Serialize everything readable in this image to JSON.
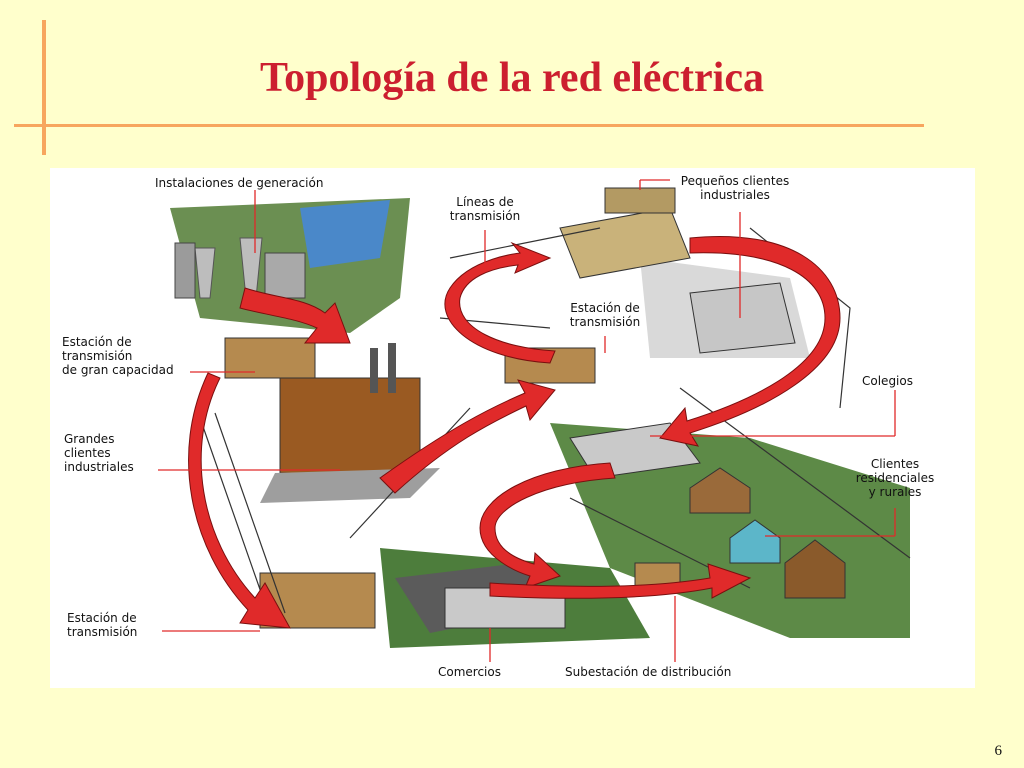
{
  "slide": {
    "title": "Topología de la red eléctrica",
    "page_number": "6"
  },
  "figure": {
    "labels": {
      "generation": "Instalaciones de generación",
      "transmission_lines": "Líneas de\ntransmisión",
      "small_industrial": "Pequeños clientes\nindustriales",
      "hv_transmission_station": "Estación de\ntransmisión\nde gran capacidad",
      "transmission_station_top": "Estación de\ntransmisión",
      "schools": "Colegios",
      "large_industrial": "Grandes\nclientes\nindustriales",
      "residential_rural": "Clientes\nresidenciales\ny rurales",
      "transmission_station_bottom": "Estación de\ntransmisión",
      "shops": "Comercios",
      "distribution_substation": "Subestación de distribución"
    },
    "colors": {
      "arrow": "#e02a2a",
      "leader": "#e02a2a",
      "building": "#8a5a2b",
      "grass": "#3f7a35",
      "water": "#3f7fc4"
    }
  }
}
